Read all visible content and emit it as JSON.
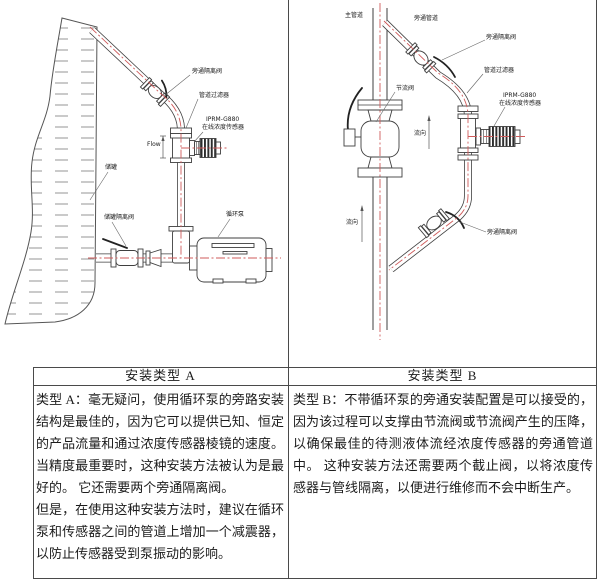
{
  "type_a": {
    "caption": "安装类型 A",
    "labels": {
      "bypass_isolation_valve": "旁通隔离阀",
      "pipe_filter": "管道过滤器",
      "sensor_model": "IPRM-G880",
      "sensor_name": "在线浓度传感器",
      "flow": "Flow",
      "tank": "储罐",
      "tank_isolation_valve": "储罐隔离阀",
      "circulation_pump": "循环泵"
    },
    "para1": "类型 A：毫无疑问，使用循环泵的旁路安装结构是最佳的，因为它可以提供已知、恒定的产品流量和通过浓度传感器棱镜的速度。当精度最重要时，这种安装方法被认为是最好的。 它还需要两个旁通隔离阀。",
    "para2": "但是，在使用这种安装方法时，建议在循环泵和传感器之间的管道上增加一个减震器，以防止传感器受到泵振动的影响。"
  },
  "type_b": {
    "caption": "安装类型 B",
    "labels": {
      "main_pipe": "主管道",
      "bypass_pipe": "旁通管道",
      "bypass_isolation_valve_top": "旁通隔离阀",
      "pipe_filter": "管道过滤器",
      "sensor_model": "IPRM-G880",
      "sensor_name": "在线浓度传感器",
      "throttle_valve": "节流阀",
      "flow_at_sensor": "流向",
      "bypass_isolation_valve_bottom": "旁通隔离阀",
      "flow_main": "流向"
    },
    "para1": "类型 B：不带循环泵的旁通安装配置是可以接受的，因为该过程可以支撑由节流阀或节流阀产生的压降，以确保最佳的待测液体流经浓度传感器的旁通管道中。 这种安装方法还需要两个截止阀，以将浓度传感器与管线隔离，以便进行维修而不会中断生产。"
  },
  "colors": {
    "line": "#3f3f3f",
    "centerline_red": "#cf5b5b",
    "border": "#4a4a4a"
  }
}
